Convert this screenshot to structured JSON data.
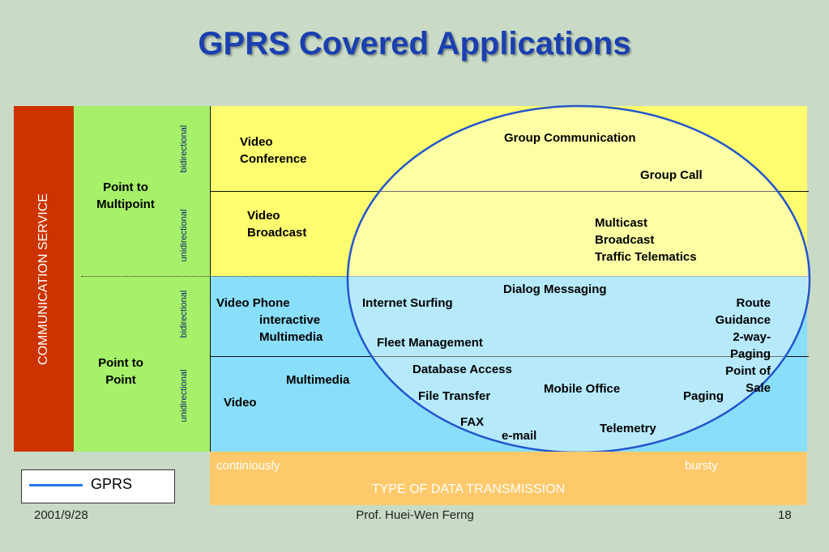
{
  "title": "GPRS Covered Applications",
  "axis": {
    "vertical_label": "COMMUNICATION SERVICE",
    "horizontal_label": "TYPE OF DATA TRANSMISSION",
    "left_end": "continiously",
    "right_end": "bursty"
  },
  "service_modes": {
    "multipoint": "Point to\nMultipoint",
    "point_to_point": "Point to\nPoint"
  },
  "directions": {
    "bidirectional": "bidirectional",
    "unidirectional": "unidirectional"
  },
  "applications": {
    "video_conference": "Video\nConference",
    "group_communication": "Group Communication",
    "group_call": "Group Call",
    "video_broadcast": "Video\nBroadcast",
    "multicast": "Multicast\nBroadcast\nTraffic Telematics",
    "dialog_messaging": "Dialog Messaging",
    "video_phone": "Video Phone",
    "interactive_multimedia": "interactive\nMultimedia",
    "internet_surfing": "Internet Surfing",
    "fleet_management": "Fleet Management",
    "route_guidance": "Route Guidance\n2-way-Paging\nPoint of Sale",
    "database_access": "Database Access",
    "multimedia": "Multimedia",
    "video": "Video",
    "file_transfer": "File Transfer",
    "mobile_office": "Mobile Office",
    "paging": "Paging",
    "fax": "FAX",
    "email": "e-mail",
    "telemetry": "Telemetry"
  },
  "legend": {
    "label": "GPRS"
  },
  "footer": {
    "date": "2001/9/28",
    "author": "Prof. Huei-Wen Ferng",
    "page": "18"
  },
  "colors": {
    "title": "#1a3fb0",
    "service_bar": "#cc3300",
    "mode_column": "#a6f06a",
    "multipoint_band": "#fdfd6f",
    "p2p_band": "#89def9",
    "bottom_bar": "#fdc96a",
    "gprs_ellipse": "#2255cc"
  }
}
